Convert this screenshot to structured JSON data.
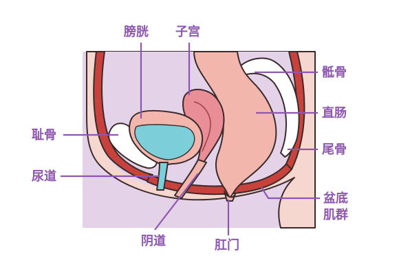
{
  "labels": {
    "bladder": "膀胱",
    "uterus": "子宫",
    "sacrum": "骶骨",
    "pubic_bone": "耻骨",
    "rectum": "直肠",
    "coccyx": "尾骨",
    "urethra": "尿道",
    "pelvic_floor_line1": "盆底",
    "pelvic_floor_line2": "肌群",
    "vagina": "阴道",
    "anus": "肛门"
  },
  "colors": {
    "background": "#e4d3e8",
    "skin": "#f6d7cf",
    "muscle": "#c8423d",
    "bone": "#ffffff",
    "rectum": "#f2b6ac",
    "uterus": "#e98d96",
    "bladder_fill": "#7ccfd8",
    "label": "#8e56b0"
  }
}
